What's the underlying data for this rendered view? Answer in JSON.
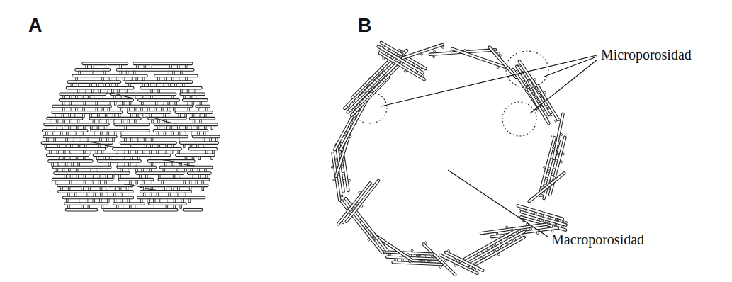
{
  "diagram": {
    "labels": [
      "A",
      "B",
      "Microporosidad",
      "Macroporosidad"
    ]
  }
}
